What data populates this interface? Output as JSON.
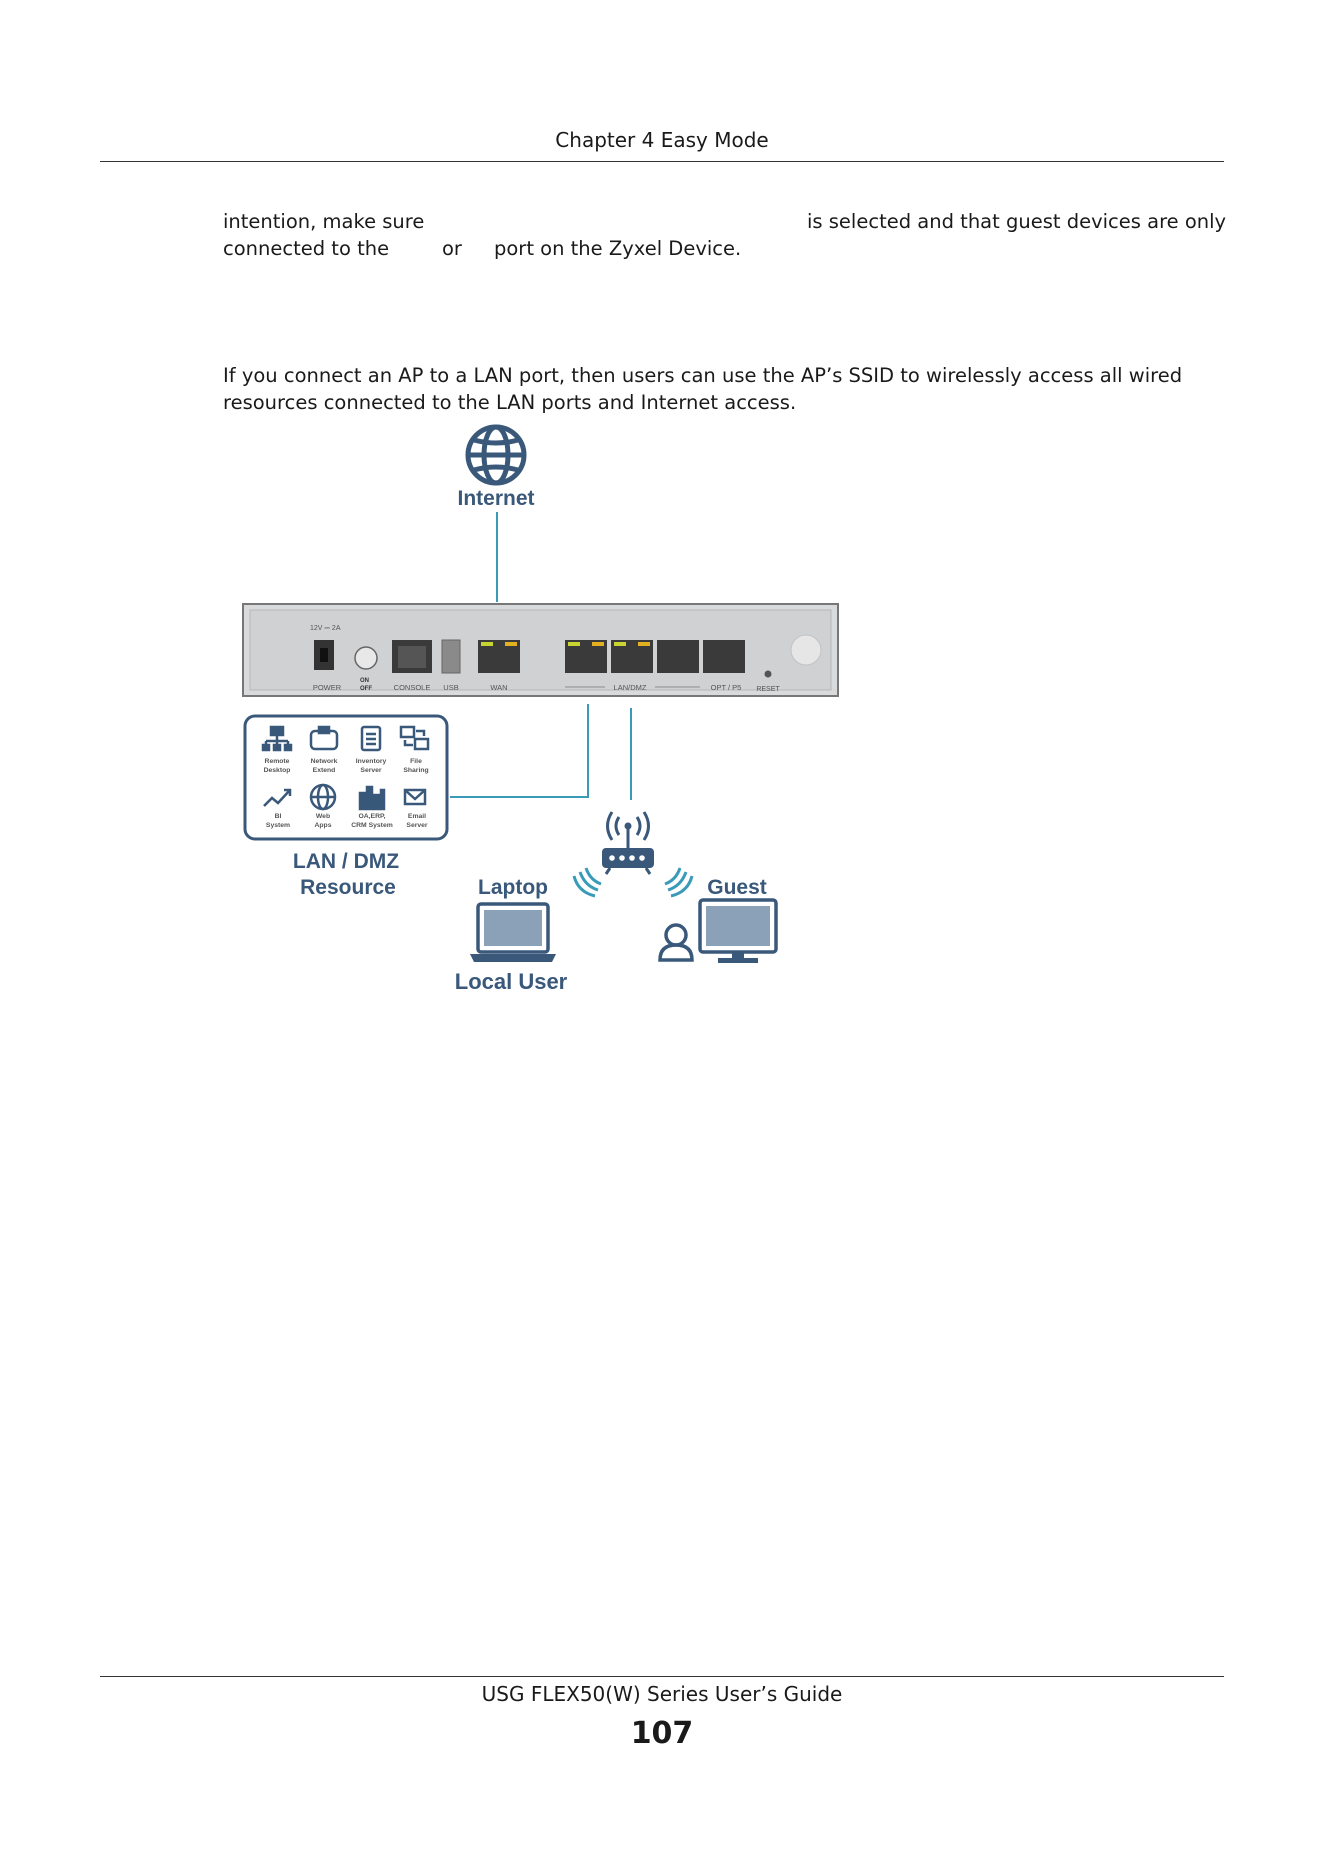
{
  "header": {
    "title": "Chapter 4 Easy Mode"
  },
  "body": {
    "para1_line1_a": "intention, make sure",
    "para1_line1_b": "is selected and that guest devices are only",
    "para1_line2_a": "connected to the",
    "para1_line2_b": "or",
    "para1_line2_c": "port on the Zyxel Device.",
    "para2_line1": "If you connect an AP to a LAN port, then users can use the AP’s SSID to wirelessly access all wired",
    "para2_line2": "resources connected to the LAN ports and Internet access."
  },
  "figure": {
    "internet_label": "Internet",
    "device": {
      "power_rating": "12V ⎓ 2A",
      "power": "POWER",
      "on": "ON",
      "off": "OFF",
      "console": "CONSOLE",
      "usb": "USB",
      "wan": "WAN",
      "lan_dmz": "LAN/DMZ",
      "opt_p5": "OPT / P5",
      "reset": "RESET"
    },
    "resources": [
      {
        "line1": "Remote",
        "line2": "Desktop",
        "icon": "network-tree-icon"
      },
      {
        "line1": "Network",
        "line2": "Extend",
        "icon": "network-box-icon"
      },
      {
        "line1": "Inventory",
        "line2": "Server",
        "icon": "list-document-icon"
      },
      {
        "line1": "File",
        "line2": "Sharing",
        "icon": "file-transfer-icon"
      },
      {
        "line1": "BI",
        "line2": "System",
        "icon": "trend-arrow-icon"
      },
      {
        "line1": "Web",
        "line2": "Apps",
        "icon": "globe-icon"
      },
      {
        "line1": "OA,ERP,",
        "line2": "CRM System",
        "icon": "building-icon"
      },
      {
        "line1": "Email",
        "line2": "Server",
        "icon": "envelope-icon"
      }
    ],
    "resource_title_1": "LAN / DMZ",
    "resource_title_2": "Resource",
    "laptop_label": "Laptop",
    "guest_label": "Guest",
    "local_user_label": "Local User",
    "accent_color": "#1f7a93",
    "title_color": "#39587a"
  },
  "footer": {
    "guide_title": "USG FLEX50(W) Series User’s Guide",
    "page_number": "107"
  }
}
